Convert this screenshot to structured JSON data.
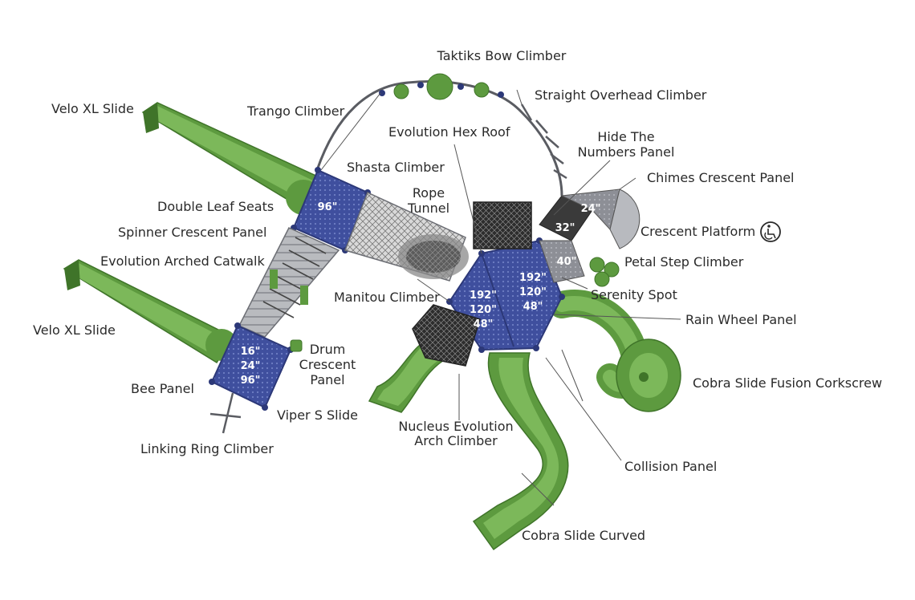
{
  "colors": {
    "slide_green": "#5d9a3f",
    "slide_green_light": "#7cb85a",
    "slide_green_dark": "#3f7429",
    "deck_blue": "#3f4f9e",
    "deck_blue_dark": "#2c3878",
    "roof_dark": "#3a3a3a",
    "grey_panel": "#8d8f96",
    "catwalk_grey": "#6c6e74"
  },
  "labels": {
    "taktiks_bow_climber": "Taktiks Bow Climber",
    "straight_overhead_climber": "Straight Overhead Climber",
    "trango_climber": "Trango Climber",
    "velo_xl_slide_top": "Velo XL Slide",
    "evolution_hex_roof": "Evolution Hex Roof",
    "hide_the_numbers_line1": "Hide The",
    "hide_the_numbers_line2": "Numbers Panel",
    "shasta_climber": "Shasta Climber",
    "chimes_crescent_panel": "Chimes Crescent Panel",
    "rope_tunnel_line1": "Rope",
    "rope_tunnel_line2": "Tunnel",
    "double_leaf_seats": "Double Leaf Seats",
    "crescent_platform": "Crescent Platform",
    "spinner_crescent_panel": "Spinner Crescent Panel",
    "evolution_arched_catwalk": "Evolution Arched Catwalk",
    "petal_step_climber": "Petal Step Climber",
    "manitou_climber": "Manitou Climber",
    "serenity_spot": "Serenity Spot",
    "rain_wheel_panel": "Rain Wheel Panel",
    "velo_xl_slide_bottom": "Velo XL Slide",
    "drum_crescent_line1": "Drum",
    "drum_crescent_line2": "Crescent",
    "drum_crescent_line3": "Panel",
    "bee_panel": "Bee Panel",
    "cobra_slide_fusion_corkscrew": "Cobra Slide Fusion Corkscrew",
    "viper_s_slide": "Viper S Slide",
    "nucleus_evolution_line1": "Nucleus Evolution",
    "nucleus_evolution_line2": "Arch Climber",
    "linking_ring_climber": "Linking Ring Climber",
    "collision_panel": "Collision Panel",
    "cobra_slide_curved": "Cobra Slide Curved"
  },
  "deck_heights": {
    "upper_left_deck": "96\"",
    "lower_left_deck_a": "16\"",
    "lower_left_deck_b": "24\"",
    "lower_left_deck_c": "96\"",
    "center_left_hex_a": "192\"",
    "center_left_hex_b": "120\"",
    "center_left_hex_c": "48\"",
    "center_right_hex_a": "192\"",
    "center_right_hex_b": "120\"",
    "center_right_hex_c": "48\"",
    "grey_step_a": "32\"",
    "grey_step_b": "24\"",
    "grey_step_c": "40\""
  },
  "icons": {
    "accessibility": "wheelchair-accessible-icon"
  }
}
